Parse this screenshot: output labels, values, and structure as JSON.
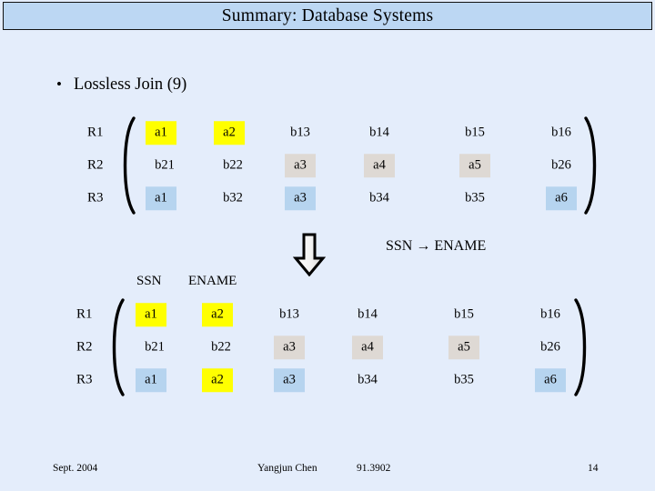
{
  "slide": {
    "title": "Summary: Database Systems",
    "bullet": {
      "marker": "•",
      "label": "Lossless Join (9)"
    }
  },
  "colors": {
    "title_bar_bg": "#bcd7f3",
    "body_bg": "#e4edfb",
    "highlight_yellow": "#ffff00",
    "highlight_gray": "#ded9d4",
    "highlight_blue": "#b6d4ef",
    "text": "#000000"
  },
  "annotation": {
    "arrow_icon": "down-block-arrow-icon",
    "fd_label": "SSN → ENAME"
  },
  "column_headers": {
    "ssn": "SSN",
    "ename": "ENAME"
  },
  "matrix_before": {
    "name": "lossless-join-matrix-before",
    "row_labels": [
      "R1",
      "R2",
      "R3"
    ],
    "rows": [
      [
        {
          "text": "a1",
          "hl": "yellow"
        },
        {
          "text": "a2",
          "hl": "yellow"
        },
        {
          "text": "b13",
          "hl": "none"
        },
        {
          "text": "b14",
          "hl": "none"
        },
        {
          "text": "b15",
          "hl": "none"
        },
        {
          "text": "b16",
          "hl": "none"
        }
      ],
      [
        {
          "text": "b21",
          "hl": "none"
        },
        {
          "text": "b22",
          "hl": "none"
        },
        {
          "text": "a3",
          "hl": "gray"
        },
        {
          "text": "a4",
          "hl": "gray"
        },
        {
          "text": "a5",
          "hl": "gray"
        },
        {
          "text": "b26",
          "hl": "none"
        }
      ],
      [
        {
          "text": "a1",
          "hl": "blue"
        },
        {
          "text": "b32",
          "hl": "none"
        },
        {
          "text": "a3",
          "hl": "blue"
        },
        {
          "text": "b34",
          "hl": "none"
        },
        {
          "text": "b35",
          "hl": "none"
        },
        {
          "text": "a6",
          "hl": "blue"
        }
      ]
    ]
  },
  "matrix_after": {
    "name": "lossless-join-matrix-after",
    "row_labels": [
      "R1",
      "R2",
      "R3"
    ],
    "rows": [
      [
        {
          "text": "a1",
          "hl": "yellow"
        },
        {
          "text": "a2",
          "hl": "yellow"
        },
        {
          "text": "b13",
          "hl": "none"
        },
        {
          "text": "b14",
          "hl": "none"
        },
        {
          "text": "b15",
          "hl": "none"
        },
        {
          "text": "b16",
          "hl": "none"
        }
      ],
      [
        {
          "text": "b21",
          "hl": "none"
        },
        {
          "text": "b22",
          "hl": "none"
        },
        {
          "text": "a3",
          "hl": "gray"
        },
        {
          "text": "a4",
          "hl": "gray"
        },
        {
          "text": "a5",
          "hl": "gray"
        },
        {
          "text": "b26",
          "hl": "none"
        }
      ],
      [
        {
          "text": "a1",
          "hl": "blue"
        },
        {
          "text": "a2",
          "hl": "yellow"
        },
        {
          "text": "a3",
          "hl": "blue"
        },
        {
          "text": "b34",
          "hl": "none"
        },
        {
          "text": "b35",
          "hl": "none"
        },
        {
          "text": "a6",
          "hl": "blue"
        }
      ]
    ]
  },
  "footer": {
    "date": "Sept. 2004",
    "author": "Yangjun Chen",
    "course": "91.3902",
    "page": "14"
  }
}
